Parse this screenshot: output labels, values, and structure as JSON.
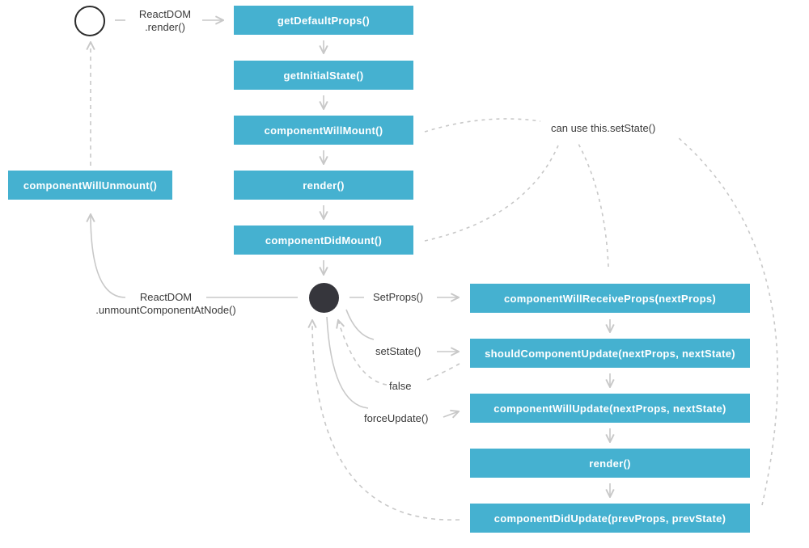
{
  "colors": {
    "box_fill": "#45b1d0",
    "box_text": "#ffffff",
    "label_text": "#3a3a3a",
    "arrow": "#c8c8c8",
    "active_node": "#36363c",
    "start_node_border": "#2c2c2c"
  },
  "nodes": {
    "start": "open-circle",
    "active": "filled-circle"
  },
  "mount": {
    "getDefaultProps": "getDefaultProps()",
    "getInitialState": "getInitialState()",
    "componentWillMount": "componentWillMount()",
    "render": "render()",
    "componentDidMount": "componentDidMount()"
  },
  "unmount": {
    "componentWillUnmount": "componentWillUnmount()"
  },
  "update": {
    "componentWillReceiveProps": "componentWillReceiveProps(nextProps)",
    "shouldComponentUpdate": "shouldComponentUpdate(nextProps, nextState)",
    "componentWillUpdate": "componentWillUpdate(nextProps, nextState)",
    "render": "render()",
    "componentDidUpdate": "componentDidUpdate(prevProps, prevState)"
  },
  "labels": {
    "reactdom_render_line1": "ReactDOM",
    "reactdom_render_line2": ".render()",
    "reactdom_unmount_line1": "ReactDOM",
    "reactdom_unmount_line2": ".unmountComponentAtNode()",
    "set_props": "SetProps()",
    "set_state": "setState()",
    "false": "false",
    "force_update": "forceUpdate()",
    "can_use_set_state": "can use this.setState()"
  }
}
